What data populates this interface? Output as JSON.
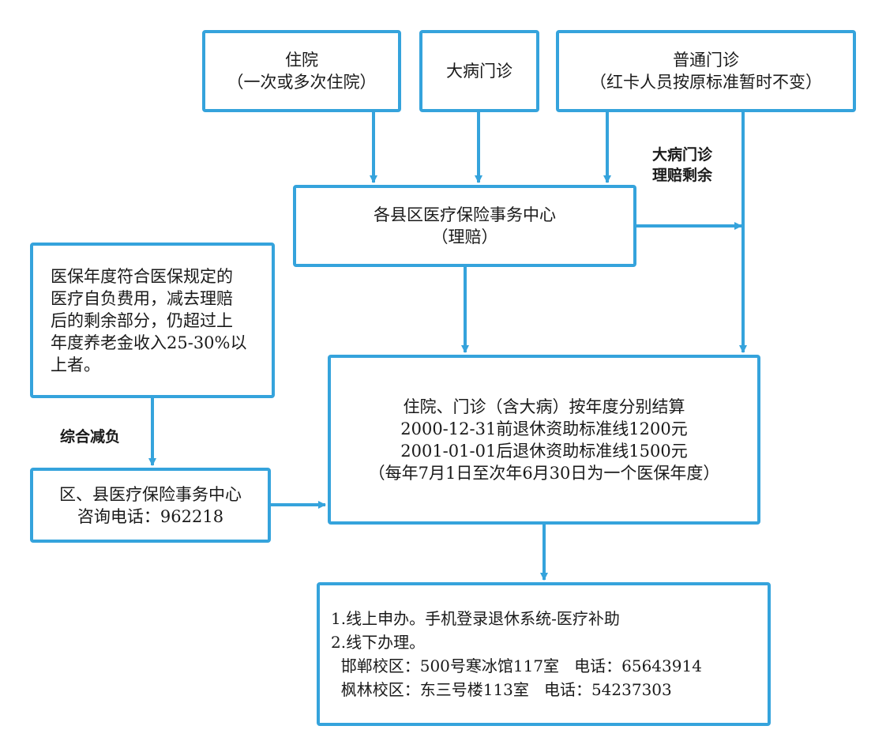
{
  "boxes": {
    "inpatient": [
      "住院",
      "（一次或多次住院）"
    ],
    "serious_outpatient": [
      "大病门诊"
    ],
    "general_outpatient": [
      "普通门诊",
      "（红卡人员按原标准暂时不变）"
    ],
    "district_center": [
      "各县区医疗保险事务中心",
      "（理赔）"
    ],
    "condition": [
      "医保年度符合医保规定的",
      "医疗自负费用，减去理赔",
      "后的剩余部分，仍超过上",
      "年度养老金收入25-30%以",
      "上者。"
    ],
    "consult": [
      "区、县医疗保险事务中心",
      "咨询电话：962218"
    ],
    "settlement": [
      "住院、门诊（含大病）按年度分别结算",
      "2000-12-31前退休资助标准线1200元",
      "2001-01-01后退休资助标准线1500元",
      "（每年7月1日至次年6月30日为一个医保年度）"
    ],
    "apply": [
      "1.线上申办。手机登录退休系统-医疗补助",
      "2.线下办理。",
      "  邯郸校区：500号寒冰馆117室   电话：65643914",
      "  枫林校区：东三号楼113室   电话：54237303"
    ]
  },
  "labels": {
    "remaining": [
      "大病门诊",
      "理赔剩余"
    ],
    "reduction": "综合减负"
  },
  "colors": {
    "accent": "#35a3dc"
  }
}
